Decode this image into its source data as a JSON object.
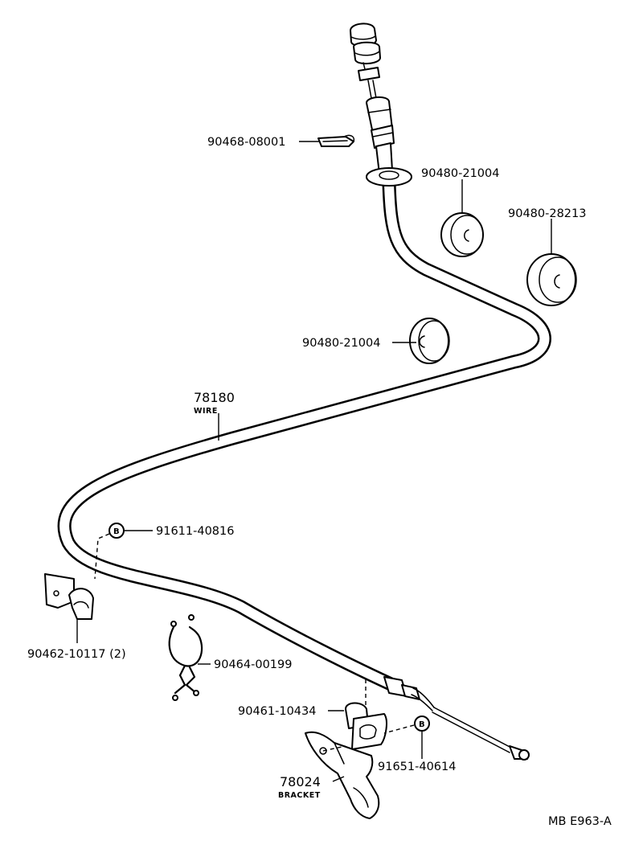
{
  "diagram": {
    "code": "MB E963-A",
    "labels": {
      "p90468": "90468-08001",
      "p90480a": "90480-21004",
      "p90480b": "90480-28213",
      "p90480c": "90480-21004",
      "p78180": "78180",
      "wire": "WIRE",
      "p91611": "91611-40816",
      "p90462": "90462-10117 (2)",
      "p90464": "90464-00199",
      "p90461": "90461-10434",
      "p91651": "91651-40614",
      "p78024": "78024",
      "bracket": "BRACKET",
      "badge1": "B",
      "badge2": "B"
    }
  }
}
